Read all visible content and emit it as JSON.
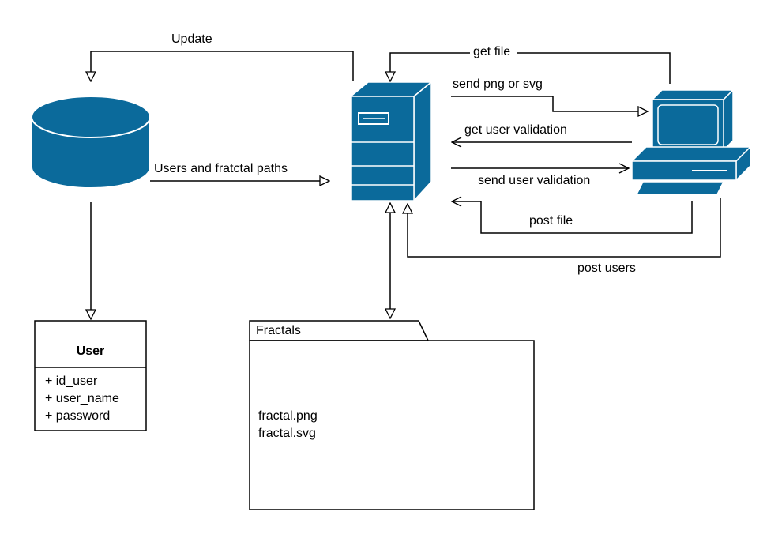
{
  "colors": {
    "device_fill": "#0b6a9b",
    "device_stroke": "#ffffff",
    "line": "#000000"
  },
  "labels": {
    "update": "Update",
    "users_paths": "Users and fratctal paths",
    "get_file": "get file",
    "send_png": "send png or svg",
    "get_validation": "get user validation",
    "send_validation": "send user validation",
    "post_file": "post file",
    "post_users": "post users"
  },
  "nodes": {
    "database": {
      "icon": "database-icon"
    },
    "server": {
      "icon": "server-icon"
    },
    "client": {
      "icon": "computer-icon"
    }
  },
  "user_class": {
    "title": "User",
    "fields": [
      "+ id_user",
      "+ user_name",
      "+ password"
    ]
  },
  "fractals": {
    "title": "Fractals",
    "files": [
      "fractal.png",
      "fractal.svg"
    ]
  }
}
